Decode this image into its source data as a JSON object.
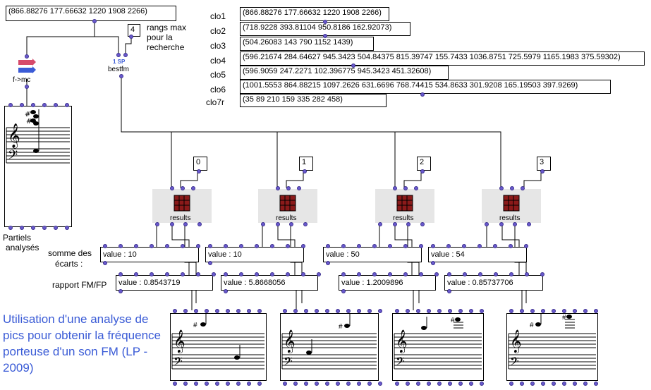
{
  "main_input": "(866.88276 177.66632 1220 1908 2266)",
  "rangs": {
    "value": "4",
    "label_lines": [
      "rangs max",
      "pour la",
      "recherche"
    ]
  },
  "boxes": {
    "fmc": "f->mc",
    "bestfm": "bestfm",
    "bestfm_badge": "1 SP"
  },
  "partiels_label": [
    "Partiels",
    "analysés"
  ],
  "clo": [
    {
      "name": "clo1",
      "value": "(866.88276 177.66632 1220 1908 2266)"
    },
    {
      "name": "clo2",
      "value": "(718.9228 393.81104 950.8186 162.92073)"
    },
    {
      "name": "clo3",
      "value": "(504.26083 143 790 1152 1439)"
    },
    {
      "name": "clo4",
      "value": "(596.21674 284.64627 945.3423 504.84375 815.39747 155.7433 1036.8751 725.5979 1165.1983 375.59302)"
    },
    {
      "name": "clo5",
      "value": "(596.9059 247.2271 102.396775 945.3423 451.32608)"
    },
    {
      "name": "clo6",
      "value": "(1001.5553 864.88215 1097.2626 631.6696 768.74415 534.8633 301.9208 165.19503 397.9269)"
    },
    {
      "name": "clo7r",
      "value": "(35 89 210 159 335 282 458)"
    }
  ],
  "results_label": "results",
  "indices": [
    "0",
    "1",
    "2",
    "3"
  ],
  "somme_label": [
    "somme des",
    "écarts :"
  ],
  "rapport_label": "rapport FM/FP",
  "sommes": [
    "value : 10",
    "value : 10",
    "value : 50",
    "value : 54"
  ],
  "rapports": [
    "value : 0.8543719",
    "value : 5.8668056",
    "value : 1.2009896",
    "value : 0.85737706"
  ],
  "title_text": "Utilisation d'une analyse de pics pour obtenir la fréquence porteuse d'un son FM (LP - 2009)",
  "colors": {
    "inlet": "#6a5acd",
    "title": "#3a5bd6",
    "results_bg": "#e6e6e6",
    "chip": "#8b1a1a"
  }
}
